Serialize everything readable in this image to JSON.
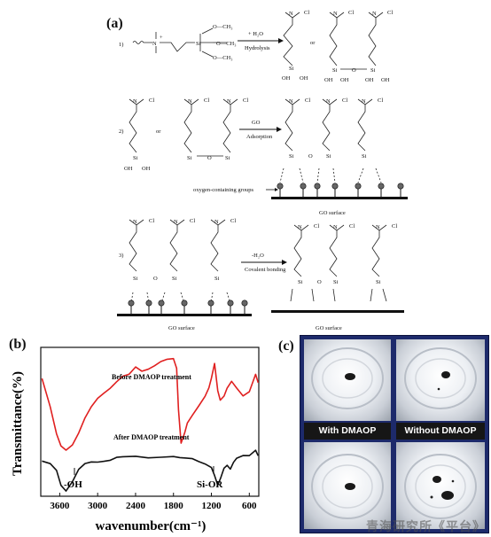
{
  "panel_a": {
    "label": "(a)",
    "steps": [
      "1)",
      "2)",
      "3)"
    ],
    "or_label": "or",
    "reaction1": {
      "reagent": "+ H₂O",
      "condition": "Hydrolysis"
    },
    "reaction2": {
      "reagent": "GO",
      "condition": "Adsorption"
    },
    "reaction3": {
      "reagent": "-H₂O",
      "condition": "Covalent bonding"
    },
    "oxygen_groups_label": "oxygen-containing groups",
    "go_surface_label": "GO surface",
    "atoms": {
      "n": "N",
      "si": "Si",
      "o": "O",
      "cl": "Cl",
      "oh": "OH",
      "och3": "O—CH₃",
      "plus": "+",
      "minus": "−"
    }
  },
  "panel_b": {
    "label": "(b)",
    "chart_data": {
      "type": "line",
      "xlabel": "wavenumber(cm⁻¹)",
      "ylabel": "Transmittance(%)",
      "x_ticks": [
        3600,
        3000,
        2400,
        1800,
        1200,
        600
      ],
      "xlim": [
        3900,
        450
      ],
      "x_reversed": true,
      "series": [
        {
          "name": "Before DMAOP treatment",
          "color": "#e02020",
          "x": [
            3880,
            3750,
            3650,
            3580,
            3500,
            3400,
            3300,
            3200,
            3100,
            3000,
            2900,
            2800,
            2700,
            2600,
            2500,
            2400,
            2300,
            2200,
            2100,
            2000,
            1900,
            1800,
            1750,
            1720,
            1680,
            1620,
            1580,
            1500,
            1400,
            1300,
            1240,
            1200,
            1150,
            1100,
            1060,
            1000,
            950,
            880,
            800,
            700,
            600,
            500,
            460
          ],
          "y": [
            0.72,
            0.5,
            0.3,
            0.22,
            0.2,
            0.24,
            0.32,
            0.42,
            0.5,
            0.57,
            0.62,
            0.66,
            0.7,
            0.73,
            0.74,
            0.8,
            0.78,
            0.8,
            0.82,
            0.84,
            0.85,
            0.86,
            0.8,
            0.5,
            0.25,
            0.32,
            0.38,
            0.44,
            0.52,
            0.6,
            0.66,
            0.72,
            0.82,
            0.62,
            0.56,
            0.6,
            0.66,
            0.7,
            0.64,
            0.58,
            0.62,
            0.76,
            0.7
          ]
        },
        {
          "name": "After DMAOP treatment",
          "color": "#111111",
          "x": [
            3880,
            3750,
            3650,
            3580,
            3500,
            3400,
            3300,
            3200,
            3100,
            3000,
            2900,
            2800,
            2700,
            2600,
            2400,
            2200,
            2000,
            1800,
            1700,
            1600,
            1500,
            1400,
            1300,
            1200,
            1150,
            1100,
            1050,
            1000,
            950,
            900,
            850,
            800,
            700,
            600,
            500,
            460
          ],
          "y": [
            0.1,
            0.08,
            0.04,
            -0.06,
            -0.1,
            -0.04,
            0.04,
            0.08,
            0.1,
            0.11,
            0.12,
            0.12,
            0.13,
            0.13,
            0.14,
            0.14,
            0.15,
            0.15,
            0.13,
            0.12,
            0.12,
            0.11,
            0.1,
            0.07,
            0.0,
            -0.08,
            -0.02,
            0.06,
            0.09,
            0.06,
            0.1,
            0.12,
            0.14,
            0.15,
            0.2,
            0.16
          ]
        }
      ],
      "annotations": [
        "-OH",
        "Si-OR"
      ]
    }
  },
  "panel_c": {
    "label": "(c)",
    "left_caption": "With DMAOP",
    "right_caption": "Without DMAOP"
  },
  "watermark": "青海研究所《平台》"
}
